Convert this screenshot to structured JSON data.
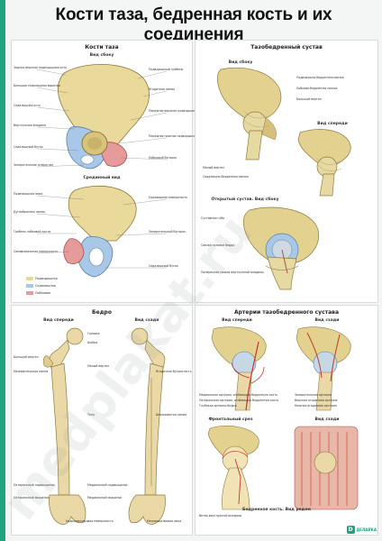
{
  "title": "Кости таза, бедренная кость и их соединения",
  "sections": {
    "pelvis": "Кости таза",
    "hip_joint": "Тазобедренный сустав",
    "femur": "Бедро",
    "arteries": "Артерии тазобедренного сустава"
  },
  "views": {
    "pelvis_side": "Вид сбоку",
    "pelvis_medial": "Срединный вид",
    "joint_side": "Вид сбоку",
    "joint_front": "Вид спереди",
    "joint_open": "Открытый сустав. Вид сбоку",
    "femur_front": "Вид спереди",
    "femur_back": "Вид сзади",
    "art_front": "Вид спереди",
    "art_back": "Вид сзади",
    "frontal_cut": "Фронтальный срез",
    "art_back2": "Вид сзади",
    "head_view": "Бедренная кость. Вид рядом"
  },
  "legend": [
    {
      "label": "Подвздошная",
      "color": "#e9d99a"
    },
    {
      "label": "Седалищная",
      "color": "#a9c8e8"
    },
    {
      "label": "Лобковая",
      "color": "#e79a9a"
    }
  ],
  "labels": {
    "pelvis_side": [
      "Подвздошный гребень",
      "Ягодичная линия",
      "Передняя верхняя подвздошная ость",
      "Передняя нижняя подвздошная ость",
      "Вертлужная впадина",
      "Запирательное отверстие",
      "Седалищный бугор",
      "Лобковый бугорок",
      "Задняя верхняя подвздошная ость",
      "Большая седалищная вырезка",
      "Седалищная ость"
    ],
    "pelvis_medial": [
      "Подвздошная ямка",
      "Ушковидная поверхность",
      "Дугообразная линия",
      "Гребень лобковой кости",
      "Симфизиальная поверхность",
      "Запирательный бугорок",
      "Седалищный бугор"
    ],
    "joint": [
      "Подвздошно-бедренная связка",
      "Лобково-бедренная связка",
      "Седалищно-бедренная связка",
      "Большой вертел",
      "Малый вертел",
      "Суставная губа",
      "Связка головки бедра",
      "Поперечная связка вертлужной впадины"
    ],
    "femur": [
      "Головка",
      "Шейка",
      "Большой вертел",
      "Малый вертел",
      "Межвертельная линия",
      "Шероховатая линия",
      "Тело",
      "Медиальный надмыщелок",
      "Латеральный надмыщелок",
      "Медиальный мыщелок",
      "Латеральный мыщелок",
      "Надколенниковая поверхность",
      "Межмыщелковая ямка",
      "Ягодичная бугристость"
    ],
    "arteries": [
      "Медиальная артерия, огибающая бедренную кость",
      "Латеральная артерия, огибающая бедренную кость",
      "Глубокая артерия бедра",
      "Запирательная артерия",
      "Верхняя ягодичная артерия",
      "Нижняя ягодичная артерия",
      "Ветвь вертлужной впадины"
    ]
  },
  "watermark": "medplakat.ru",
  "logo": "ДЕЛАЙКА"
}
